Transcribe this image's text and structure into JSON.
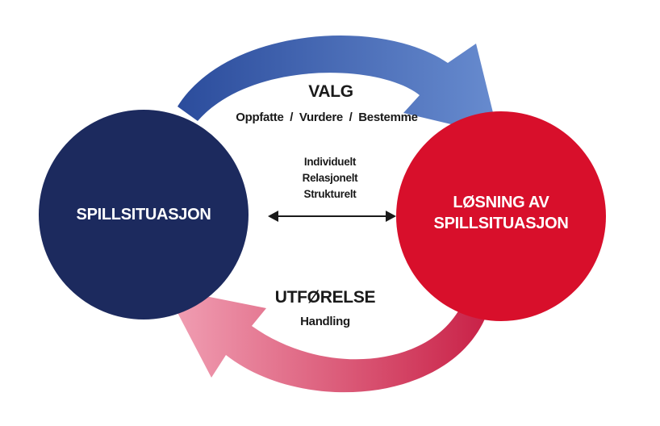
{
  "colors": {
    "navy": "#1c2a5e",
    "red": "#d80f2b",
    "arrow_top_start": "#2b4c9c",
    "arrow_top_end": "#6b8fd2",
    "arrow_bottom_start": "#f2a3b7",
    "arrow_bottom_end": "#c81f45",
    "text": "#1a1a1a"
  },
  "nodes": {
    "left": {
      "label": "SPILLSITUASJON"
    },
    "right": {
      "line1": "LØSNING AV",
      "line2": "SPILLSITUASJON"
    }
  },
  "top_flow": {
    "title": "VALG",
    "subtitle": "Oppfatte  /  Vurdere  /  Bestemme"
  },
  "center": {
    "items": [
      "Individuelt",
      "Relasjonelt",
      "Strukturelt"
    ]
  },
  "bottom_flow": {
    "title": "UTFØRELSE",
    "subtitle": "Handling"
  }
}
